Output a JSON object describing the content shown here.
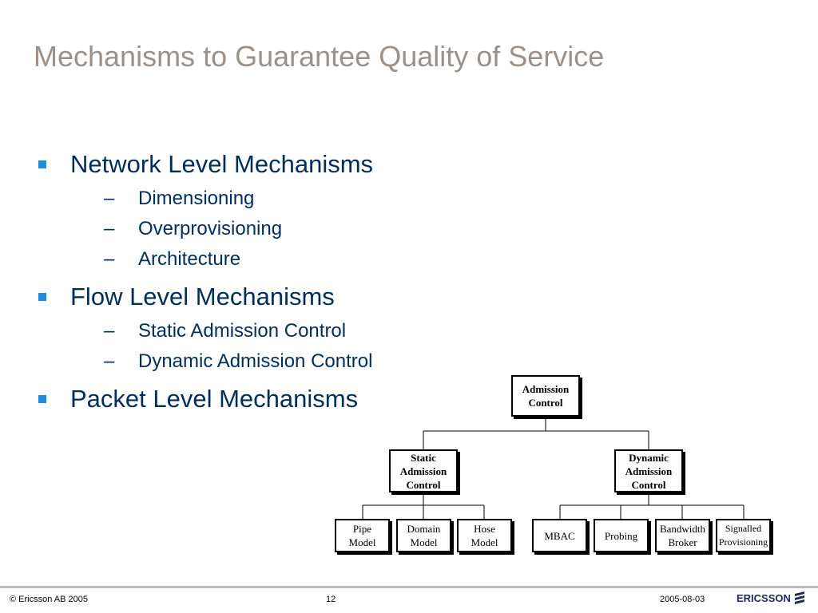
{
  "slide": {
    "title": "Mechanisms to Guarantee Quality of Service"
  },
  "bullets": [
    {
      "label": "Network Level Mechanisms",
      "sub": [
        "Dimensioning",
        "Overprovisioning",
        "Architecture"
      ]
    },
    {
      "label": "Flow Level Mechanisms",
      "sub": [
        "Static Admission Control",
        "Dynamic Admission Control"
      ]
    },
    {
      "label": "Packet Level Mechanisms",
      "sub": []
    }
  ],
  "sub_dash": "–",
  "tree": {
    "root": [
      "Admission",
      "Control"
    ],
    "static": [
      "Static",
      "Admission",
      "Control"
    ],
    "dynamic": [
      "Dynamic",
      "Admission",
      "Control"
    ],
    "static_children": [
      [
        "Pipe",
        "Model"
      ],
      [
        "Domain",
        "Model"
      ],
      [
        "Hose",
        "Model"
      ]
    ],
    "dynamic_children": [
      [
        "MBAC"
      ],
      [
        "Probing"
      ],
      [
        "Bandwidth",
        "Broker"
      ],
      [
        "Signalled",
        "Provisioning"
      ]
    ]
  },
  "footer": {
    "copyright": "© Ericsson AB 2005",
    "page_number": "12",
    "date": "2005-08-03",
    "logo_text": "ERICSSON"
  },
  "colors": {
    "title": "#9b9188",
    "text": "#002e5c",
    "bullet": "#1a8fe0"
  }
}
